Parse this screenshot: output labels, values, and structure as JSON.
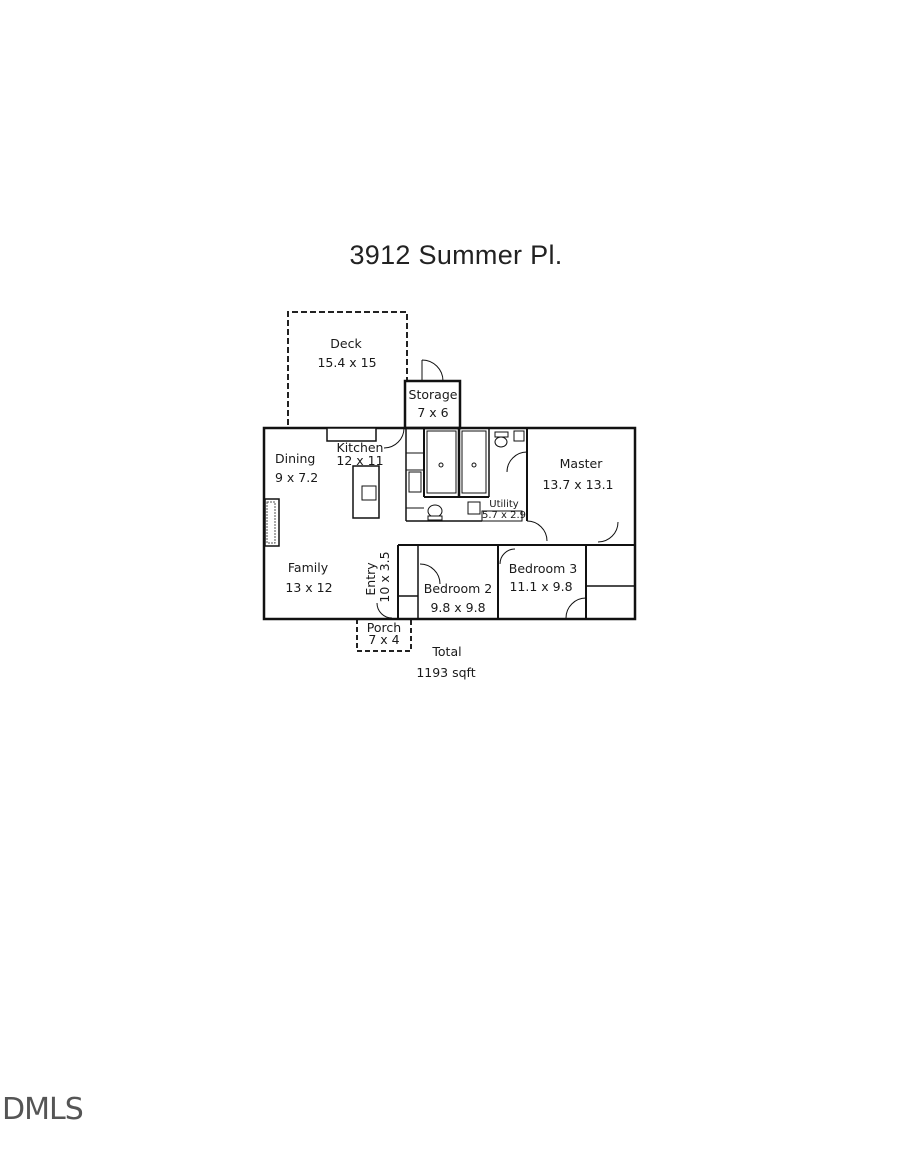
{
  "title": "3912 Summer Pl.",
  "rooms": {
    "deck": {
      "name": "Deck",
      "dims": "15.4 x 15"
    },
    "storage": {
      "name": "Storage",
      "dims": "7 x 6"
    },
    "dining": {
      "name": "Dining",
      "dims": "9 x 7.2"
    },
    "kitchen": {
      "name": "Kitchen",
      "dims": "12 x 11"
    },
    "master": {
      "name": "Master",
      "dims": "13.7 x 13.1"
    },
    "utility": {
      "name": "Utility",
      "dims": "5.7 x 2.9"
    },
    "family": {
      "name": "Family",
      "dims": "13 x 12"
    },
    "entry": {
      "name": "Entry",
      "dims": "10 x 3.5"
    },
    "bedroom2": {
      "name": "Bedroom 2",
      "dims": "9.8 x 9.8"
    },
    "bedroom3": {
      "name": "Bedroom 3",
      "dims": "11.1 x 9.8"
    },
    "porch": {
      "name": "Porch",
      "dims": "7 x 4"
    }
  },
  "total": {
    "label": "Total",
    "value": "1193 sqft"
  },
  "watermark": "DMLS"
}
